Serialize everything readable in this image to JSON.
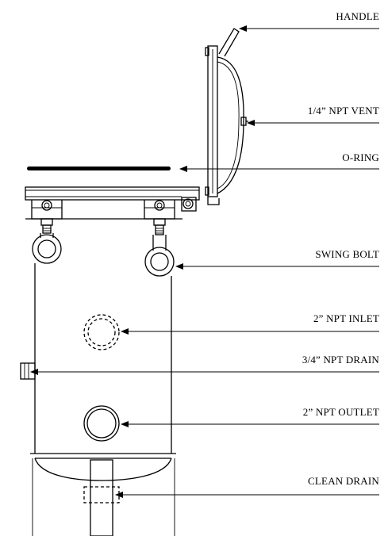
{
  "callouts": {
    "handle": "HANDLE",
    "vent": "1/4” NPT VENT",
    "oring": "O-RING",
    "swing_bolt": "SWING BOLT",
    "inlet": "2” NPT INLET",
    "drain": "3/4” NPT DRAIN",
    "outlet": "2” NPT OUTLET",
    "clean_drain": "CLEAN DRAIN"
  },
  "colors": {
    "line": "#000000",
    "background": "#ffffff"
  }
}
